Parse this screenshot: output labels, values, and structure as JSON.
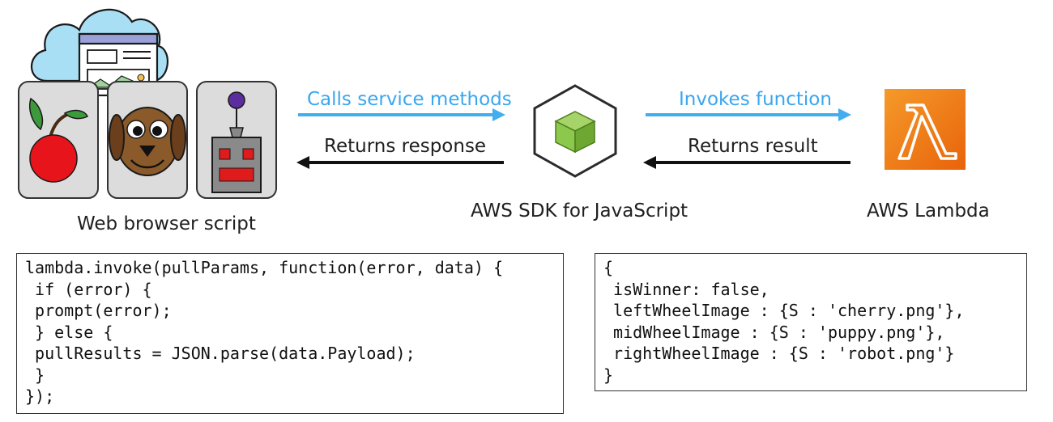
{
  "browser": {
    "label": "Web browser script",
    "tiles": [
      "cherry",
      "puppy",
      "robot"
    ]
  },
  "arrows": {
    "calls": "Calls service methods",
    "returns_response": "Returns response",
    "invokes": "Invokes function",
    "returns_result": "Returns result"
  },
  "sdk": {
    "label": "AWS SDK for JavaScript",
    "icon": "nodejs-cube-icon"
  },
  "lambda": {
    "label": "AWS Lambda",
    "icon": "lambda-icon",
    "symbol": "λ"
  },
  "colors": {
    "blue_arrow": "#42adf0",
    "black_arrow": "#111111",
    "lambda_orange": "#f07a1a",
    "sdk_green": "#8cc84b"
  },
  "code_left": [
    "lambda.invoke(pullParams, function(error, data) {",
    " if (error) {",
    " prompt(error);",
    " } else {",
    " pullResults = JSON.parse(data.Payload);",
    " }",
    "});"
  ],
  "code_right": [
    "{",
    " isWinner: false,",
    " leftWheelImage : {S : 'cherry.png'},",
    " midWheelImage : {S : 'puppy.png'},",
    " rightWheelImage : {S : 'robot.png'}",
    "}"
  ]
}
